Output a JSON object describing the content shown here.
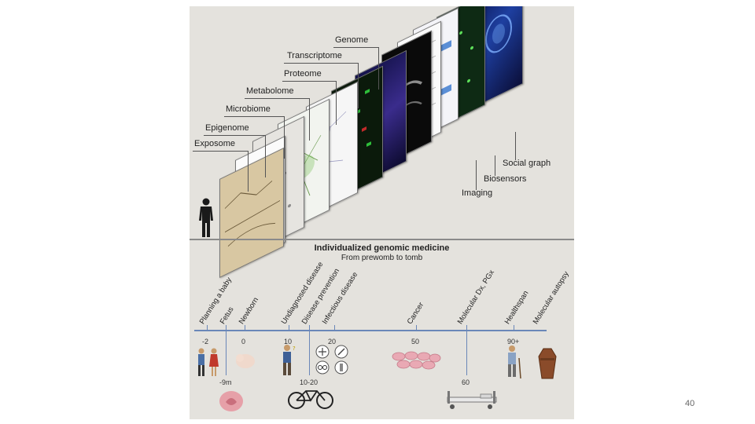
{
  "diagram": {
    "omics_layers": [
      {
        "label": "Exposome"
      },
      {
        "label": "Epigenome"
      },
      {
        "label": "Microbiome"
      },
      {
        "label": "Metabolome"
      },
      {
        "label": "Proteome"
      },
      {
        "label": "Transcriptome"
      },
      {
        "label": "Genome"
      }
    ],
    "data_layers": [
      {
        "label": "Imaging"
      },
      {
        "label": "Biosensors"
      },
      {
        "label": "Social graph"
      }
    ],
    "title": "Individualized genomic medicine",
    "subtitle": "From prewomb to tomb",
    "timeline": {
      "events": [
        {
          "label": "Planning a baby",
          "tick": "-2"
        },
        {
          "label": "Fetus",
          "tick": "-9m"
        },
        {
          "label": "Newborn",
          "tick": "0"
        },
        {
          "label": "Undiagnosed disease",
          "tick": "10"
        },
        {
          "label": "Disease prevention",
          "tick": "10-20"
        },
        {
          "label": "Infectious disease",
          "tick": "20"
        },
        {
          "label": "Cancer",
          "tick": "50"
        },
        {
          "label": "Molecular Dx, PGx",
          "tick": "60"
        },
        {
          "label": "Healthspan",
          "tick": "90+"
        },
        {
          "label": "Molecular autopsy",
          "tick": ""
        }
      ]
    },
    "colors": {
      "figure_bg": "#e4e2dd",
      "timeline_line": "#6a87b8",
      "panel_dark": "#0a0f1e",
      "panel_green": "#1c3a16",
      "panel_blue": "#1a1850"
    }
  },
  "page_number": "40"
}
